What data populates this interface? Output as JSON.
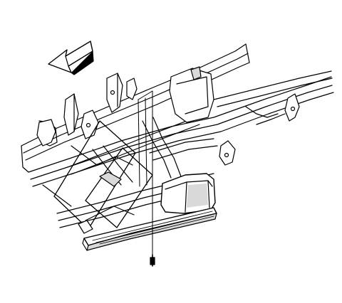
{
  "diagram": {
    "type": "technical-line-illustration",
    "background": "#ffffff",
    "stroke_color": "#000000",
    "shade_color": "#d9d9d9",
    "components": [
      {
        "name": "direction-arrow",
        "icon": "arrow-left-icon"
      },
      {
        "name": "vehicle-frame",
        "icon": "frame-rail-icon"
      },
      {
        "name": "frame-brackets",
        "icon": "bracket-icon"
      },
      {
        "name": "fuel-tank",
        "icon": "fuel-tank-icon"
      },
      {
        "name": "running-board",
        "icon": "running-board-icon"
      },
      {
        "name": "mounting-support-brackets",
        "icon": "support-bracket-icon"
      },
      {
        "name": "mounting-bolt",
        "icon": "bolt-icon"
      }
    ]
  }
}
